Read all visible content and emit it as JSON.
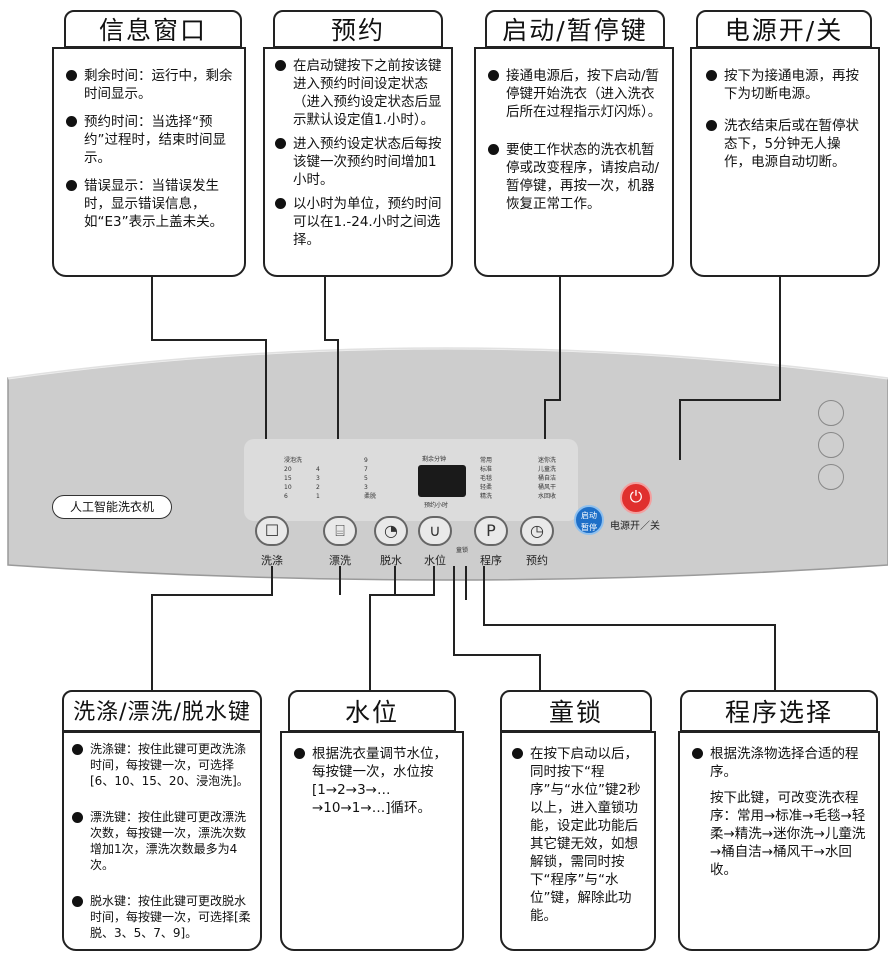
{
  "top_sections": [
    {
      "title": "信息窗口",
      "items": [
        "剩余时间：运行中，剩余时间显示。",
        "预约时间：当选择“预约”过程时，结束时间显示。",
        "错误显示：当错误发生时，显示错误信息，如“E3”表示上盖未关。"
      ]
    },
    {
      "title": "预约",
      "items": [
        "在启动键按下之前按该键进入预约时间设定状态（进入预约设定状态后显示默认设定值1.小时）。",
        "进入预约设定状态后每按该键一次预约时间增加1小时。",
        "以小时为单位，预约时间可以在1.-24.小时之间选择。"
      ]
    },
    {
      "title": "启动/暂停键",
      "items": [
        "接通电源后，按下启动/暂停键开始洗衣（进入洗衣后所在过程指示灯闪烁）。",
        "要使工作状态的洗衣机暂停或改变程序，请按启动/暂停键，再按一次，机器恢复正常工作。"
      ]
    },
    {
      "title": "电源开/关",
      "items": [
        "按下为接通电源，再按下为切断电源。",
        "洗衣结束后或在暂停状态下，5分钟无人操作，电源自动切断。"
      ]
    }
  ],
  "bottom_sections": [
    {
      "title": "洗涤/漂洗/脱水键",
      "items": [
        "洗涤键：按住此键可更改洗涤时间，每按键一次，可选择[6、10、15、20、浸泡洗]。",
        "漂洗键：按住此键可更改漂洗次数，每按键一次，漂洗次数增加1次，漂洗次数最多为4次。",
        "脱水键：按住此键可更改脱水时间，每按键一次，可选择[柔脱、3、5、7、9]。"
      ]
    },
    {
      "title": "水位",
      "items": [
        "根据洗衣量调节水位，每按键一次，水位按[1→2→3→…→10→1→…]循环。"
      ]
    },
    {
      "title": "童锁",
      "items": [
        "在按下启动以后，同时按下“程序”与“水位”键2秒以上，进入童锁功能，设定此功能后其它键无效，如想解锁，需同时按下“程序”与“水位”键，解除此功能。"
      ]
    },
    {
      "title": "程序选择",
      "items": [
        "根据洗涤物选择合适的程序。"
      ],
      "note": "按下此键，可改变洗衣程序：常用→标准→毛毯→轻柔→精洗→迷你洗→儿童洗→桶自洁→桶风干→水回收。"
    }
  ],
  "panel": {
    "brand": "人工智能洗衣机",
    "buttons": [
      "洗涤",
      "漂洗",
      "脱水",
      "水位",
      "程序",
      "预约"
    ],
    "start_label": "启动\n暂停",
    "power_label": "电源开／关",
    "wash_times": [
      "浸泡洗",
      "20",
      "15",
      "10",
      "6"
    ],
    "rinse_counts": [
      "4",
      "3",
      "2",
      "1"
    ],
    "spin_times": [
      "9",
      "7",
      "5",
      "3",
      "柔脱"
    ],
    "programs_left": [
      "常用",
      "标准",
      "毛毯",
      "轻柔",
      "精洗"
    ],
    "programs_right": [
      "迷你洗",
      "儿童洗",
      "桶自洁",
      "桶风干",
      "水回收"
    ],
    "display_caption": "剩余分钟",
    "display_sub": "预约小时",
    "lock_label": "童锁"
  }
}
